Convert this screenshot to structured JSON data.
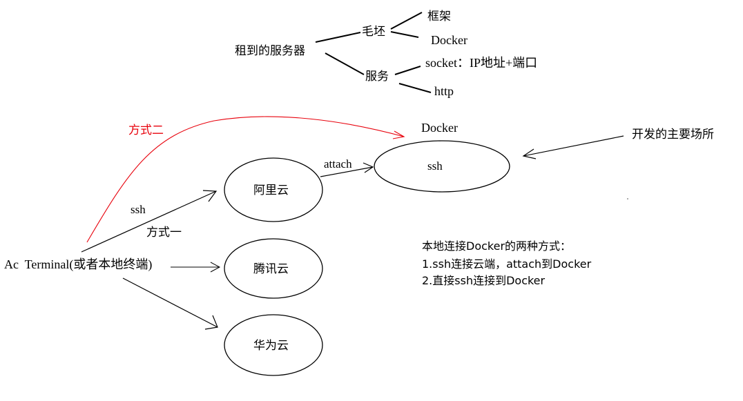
{
  "tree": {
    "root": "租到的服务器",
    "branch1": "毛坯",
    "branch1_child1": "框架",
    "branch1_child2": "Docker",
    "branch2": "服务",
    "branch2_child1": "socket：IP地址+端口",
    "branch2_child2": "http"
  },
  "docker_node": {
    "title": "Docker",
    "inner": "ssh",
    "annotation": "开发的主要场所"
  },
  "clouds": {
    "aliyun": "阿里云",
    "tencent": "腾讯云",
    "huawei": "华为云"
  },
  "terminal": {
    "label": "Ac  Terminal(或者本地终端)"
  },
  "edges": {
    "attach": "attach",
    "ssh": "ssh",
    "method1": "方式一",
    "method2": "方式二"
  },
  "notes": {
    "line1": "本地连接Docker的两种方式：",
    "line2": "1.ssh连接云端，attach到Docker",
    "line3": "2.直接ssh连接到Docker"
  },
  "colors": {
    "ink": "#000000",
    "accent": "#e8000b",
    "background": "#ffffff"
  }
}
